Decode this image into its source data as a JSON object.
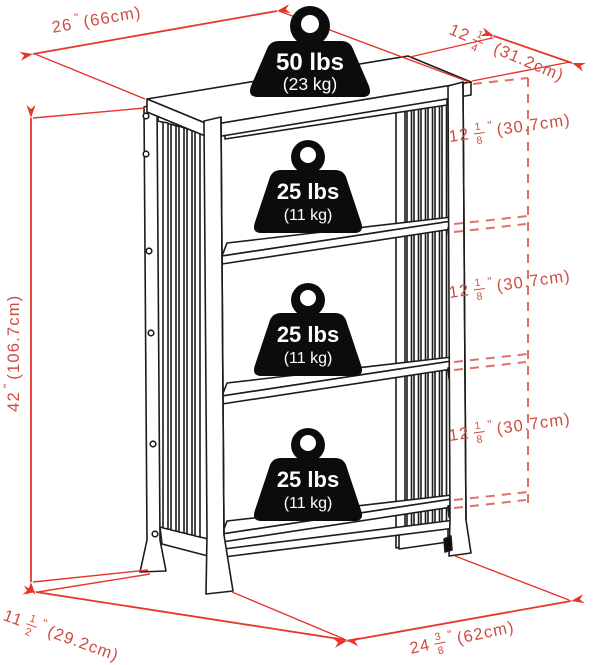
{
  "figure": {
    "description": "Isometric line drawing of a 4-tier slatted-side bookshelf with weight-capacity badges and red dimension arrows"
  },
  "colors": {
    "dimension_line": "#e8352a",
    "dimension_dashed": "#dc7168",
    "dimension_text": "#cd4c40",
    "artwork_line": "#1c1c1c",
    "badge_fill": "#0c0c0c",
    "background": "#ffffff"
  },
  "weight_badges": {
    "top": {
      "weight": "50 lbs",
      "metric": "(23 kg)"
    },
    "shelf_1": {
      "weight": "25 lbs",
      "metric": "(11 kg)"
    },
    "shelf_2": {
      "weight": "25 lbs",
      "metric": "(11 kg)"
    },
    "shelf_3": {
      "weight": "25 lbs",
      "metric": "(11 kg)"
    }
  },
  "dimensions": {
    "top_width": {
      "whole": "26",
      "unit": "\"",
      "metric": "(66cm)"
    },
    "top_depth": {
      "whole": "12",
      "numerator": "1",
      "denominator": "4",
      "unit": "\"",
      "metric": "(31.2cm)"
    },
    "gap_1": {
      "whole": "12",
      "numerator": "1",
      "denominator": "8",
      "unit": "\"",
      "metric": "(30.7cm)"
    },
    "gap_2": {
      "whole": "12",
      "numerator": "1",
      "denominator": "8",
      "unit": "\"",
      "metric": "(30.7cm)"
    },
    "gap_3": {
      "whole": "12",
      "numerator": "1",
      "denominator": "8",
      "unit": "\"",
      "metric": "(30.7cm)"
    },
    "height": {
      "whole": "42",
      "unit": "\"",
      "metric": "(106.7cm)"
    },
    "bottom_depth": {
      "whole": "11",
      "numerator": "1",
      "denominator": "2",
      "unit": "\"",
      "metric": "(29.2cm)"
    },
    "bottom_width": {
      "whole": "24",
      "numerator": "3",
      "denominator": "8",
      "unit": "\"",
      "metric": "(62cm)"
    }
  }
}
